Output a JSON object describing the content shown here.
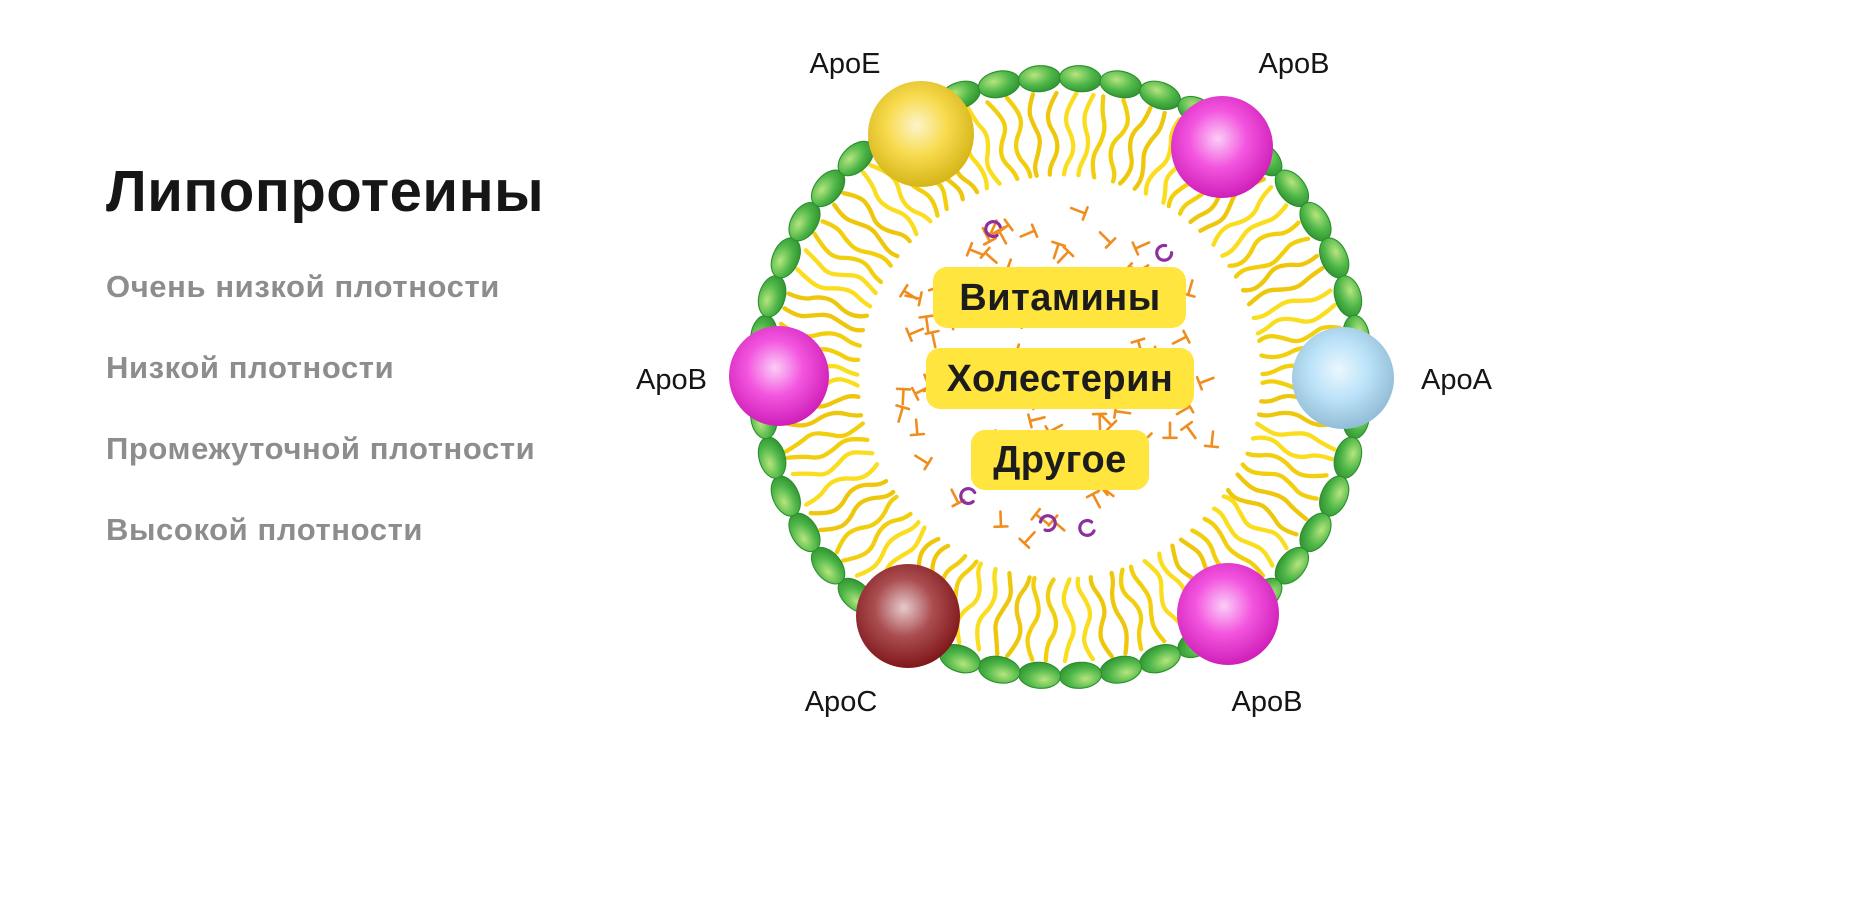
{
  "title": "Липопротеины",
  "list": {
    "items": [
      {
        "label": "Очень низкой плотности"
      },
      {
        "label": "Низкой плотности"
      },
      {
        "label": "Промежуточной плотности"
      },
      {
        "label": "Высокой плотности"
      }
    ]
  },
  "diagram": {
    "core_labels": [
      {
        "label": "Витамины"
      },
      {
        "label": "Холестерин"
      },
      {
        "label": "Другое"
      }
    ],
    "proteins": [
      {
        "label": "ApoE",
        "color": "#f6cf14"
      },
      {
        "label": "ApoB",
        "color": "#ef1cd4"
      },
      {
        "label": "ApoB",
        "color": "#ef1cd4"
      },
      {
        "label": "ApoA",
        "color": "#a6d9f7"
      },
      {
        "label": "ApoC",
        "color": "#8f1317"
      },
      {
        "label": "ApoB",
        "color": "#ef1cd4"
      }
    ],
    "colors": {
      "membrane_head": "#3fae3c",
      "membrane_head_light": "#a9e06e",
      "membrane_head_stroke": "#2a8f2c",
      "tail": "#f2cf0e",
      "pill_bg": "#ffe53d",
      "core_mark": "#ef8d1f",
      "core_c_mark": "#8d2f9e",
      "label_text": "#1c1c1c"
    }
  }
}
